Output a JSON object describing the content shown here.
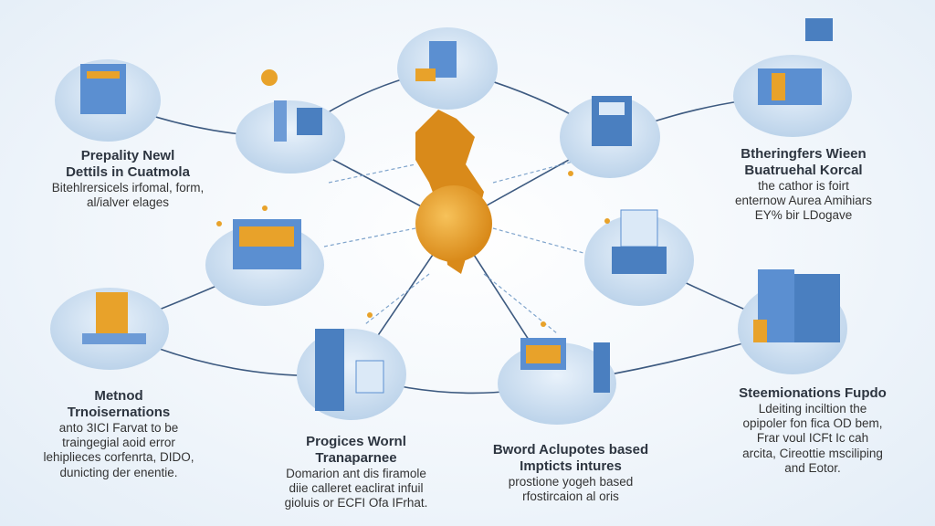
{
  "nodes": [
    {
      "id": "top-left",
      "title": [
        "Prepality Newl",
        "Dettils in Cuatmola"
      ],
      "desc": [
        "Bitehlrersicels irfomal, form,",
        "al/ialver elages"
      ]
    },
    {
      "id": "top-right",
      "title": [
        "Btheringfers Wieen",
        "Buatruehal Korcal"
      ],
      "desc": [
        "the cathor is foirt",
        "enternow Aurea Amihiars",
        "EY% bir LDogave"
      ]
    },
    {
      "id": "left-lower",
      "title": [
        "Metnod",
        "Trnoisernations"
      ],
      "desc": [
        "anto 3ICI Farvat to be",
        "traingegial aoid error",
        "lehiplieces corfenrta, DIDO,",
        "dunicting der enentie."
      ]
    },
    {
      "id": "bottom-left",
      "title": [
        "Progices Wornl",
        "Tranaparnee"
      ],
      "desc": [
        "Domarion ant dis firamole",
        "diie calleret eaclirat infuil",
        "gioluis or ECFI Ofa IFrhat."
      ]
    },
    {
      "id": "bottom-right",
      "title": [
        "Bword Aclupotes based",
        "Impticts intures"
      ],
      "desc": [
        "prostione yogeh based",
        "rfostircaion al oris"
      ]
    },
    {
      "id": "right-lower",
      "title": [
        "Steemionations Fupdo"
      ],
      "desc": [
        "Ldeiting inciltion the",
        "opipoler fon fica OD bem,",
        "Frar voul ICFt Ic cah",
        "arcita, Cireottie msciliping",
        "and Eotor."
      ]
    }
  ],
  "colors": {
    "accent": "#e8a22a",
    "node": "#cfe0f1",
    "building": "#5b8fd1",
    "line": "#3d5a80"
  }
}
